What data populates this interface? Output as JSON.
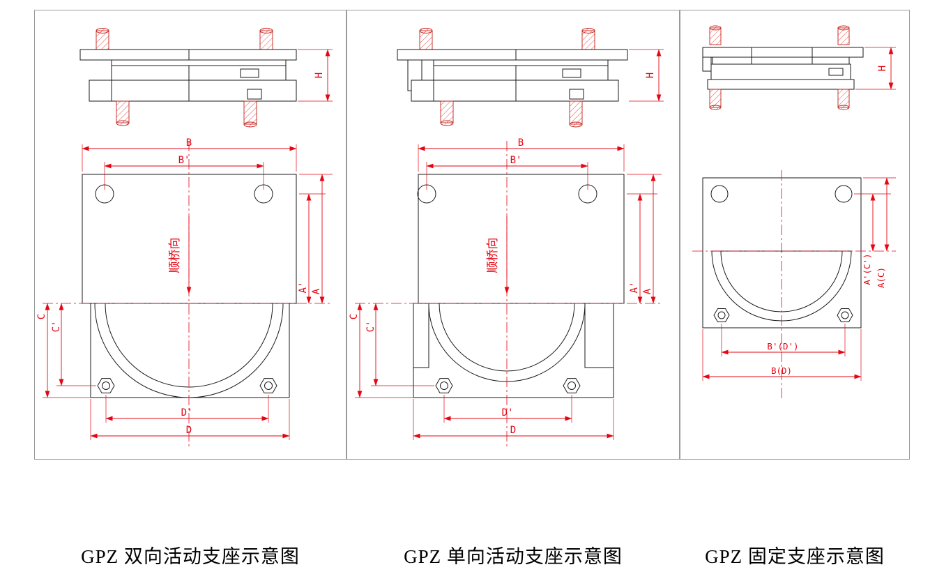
{
  "colors": {
    "dimension_red": "#e30613",
    "hatch_red": "#e0392f",
    "line_black": "#1a1a1a",
    "border_gray": "#9a9a9a"
  },
  "panel1": {
    "caption": "GPZ 双向活动支座示意图",
    "dim_H": "H",
    "dim_B": "B",
    "dim_B_prime": "B'",
    "dim_A": "A",
    "dim_A_prime": "A'",
    "dim_C": "C",
    "dim_C_prime": "C'",
    "dim_D": "D",
    "dim_D_prime": "D'",
    "direction_label": "顺桥向"
  },
  "panel2": {
    "caption": "GPZ 单向活动支座示意图",
    "dim_H": "H",
    "dim_B": "B",
    "dim_B_prime": "B'",
    "dim_A": "A",
    "dim_A_prime": "A'",
    "dim_C": "C",
    "dim_C_prime": "C'",
    "dim_D": "D",
    "dim_D_prime": "D'",
    "direction_label": "顺桥向"
  },
  "panel3": {
    "caption": "GPZ 固定支座示意图",
    "dim_H": "H",
    "dim_A_combined": "A(C)",
    "dim_A_prime_combined": "A'(C')",
    "dim_B_combined": "B(D)",
    "dim_B_prime_combined": "B'(D')"
  }
}
